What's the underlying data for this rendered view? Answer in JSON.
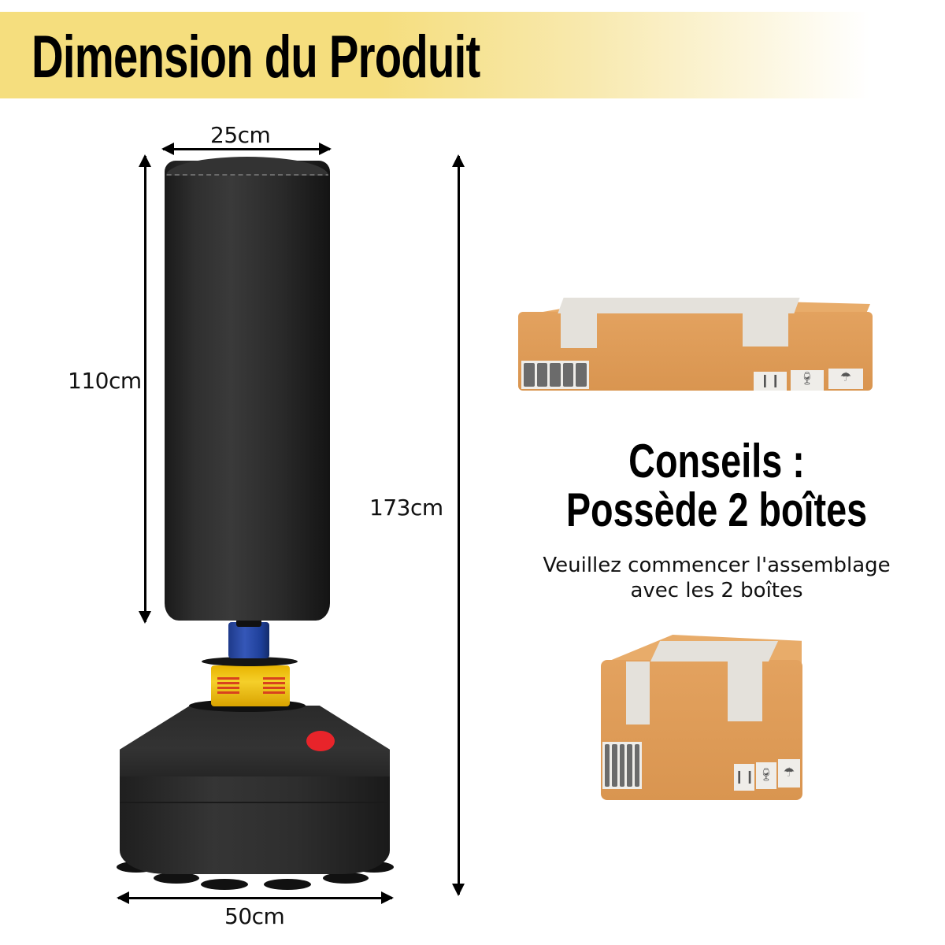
{
  "header": {
    "title": "Dimension du Produit",
    "band_color": "#F5DE7E"
  },
  "dimensions": {
    "width_top": "25cm",
    "bag_height": "110cm",
    "total_height": "173cm",
    "base_width": "50cm"
  },
  "tips": {
    "heading_line1": "Conseils :",
    "heading_line2": "Possède 2 boîtes",
    "body_line1": "Veuillez commencer l'assemblage",
    "body_line2": "avec les 2 boîtes"
  },
  "product": {
    "name": "free-standing punching bag",
    "colors": {
      "bag": "#2a2a2a",
      "post": "#2f4fa8",
      "spring_housing": "#f0c21e",
      "springs": "#d8421e",
      "red_cap": "#e8242a"
    }
  },
  "boxes": [
    {
      "name": "flat-box",
      "color": "#E3A25F"
    },
    {
      "name": "cube-box",
      "color": "#E3A25F"
    }
  ]
}
